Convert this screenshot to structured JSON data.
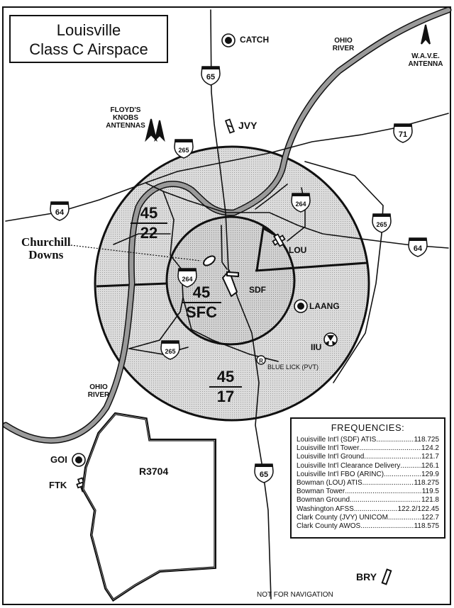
{
  "title": {
    "line1": "Louisville",
    "line2": "Class C Airspace"
  },
  "airspace": {
    "inner": {
      "ceiling": "45",
      "floor": "SFC"
    },
    "outer_west": {
      "ceiling": "45",
      "floor": "22"
    },
    "outer_south": {
      "ceiling": "45",
      "floor": "17"
    }
  },
  "airports": {
    "sdf": "SDF",
    "lou": "LOU",
    "laang": "LAANG",
    "iiu": "IIU",
    "jvy": "JVY",
    "goi": "GOI",
    "ftk": "FTK",
    "bry": "BRY",
    "blue_lick": "BLUE LICK (PVT)"
  },
  "landmarks": {
    "catch": "CATCH",
    "churchill_line1": "Churchill",
    "churchill_line2": "Downs",
    "floyds_line1": "FLOYD'S",
    "floyds_line2": "KNOBS",
    "floyds_line3": "ANTENNAS",
    "wave_line1": "W.A.V.E.",
    "wave_line2": "ANTENNA",
    "ohio_river_n_line1": "OHIO",
    "ohio_river_n_line2": "RIVER",
    "ohio_river_sw_line1": "OHIO",
    "ohio_river_sw_line2": "RIVER",
    "restricted_area": "R3704"
  },
  "highways": [
    "65",
    "265",
    "64",
    "71",
    "264",
    "265",
    "64",
    "264",
    "265",
    "65"
  ],
  "frequencies": {
    "heading": "FREQUENCIES:",
    "rows": [
      {
        "name": "Louisville Int'l (SDF) ATIS",
        "freq": "118.725"
      },
      {
        "name": "Louisville Int'l Tower",
        "freq": "124.2"
      },
      {
        "name": "Louisville Int'l Ground",
        "freq": "121.7"
      },
      {
        "name": "Louisville Int'l Clearance Delivery",
        "freq": "126.1"
      },
      {
        "name": "Louisville Int'l FBO (ARINC)",
        "freq": "129.9"
      },
      {
        "name": "Bowman (LOU) ATIS",
        "freq": "118.275"
      },
      {
        "name": "Bowman Tower",
        "freq": "119.5"
      },
      {
        "name": "Bowman Ground",
        "freq": "121.8"
      },
      {
        "name": "Washington AFSS",
        "freq": "122.2/122.45"
      },
      {
        "name": "Clark County (JVY) UNICOM",
        "freq": "122.7"
      },
      {
        "name": "Clark County AWOS",
        "freq": "118.575"
      }
    ]
  },
  "footer": "NOT FOR NAVIGATION",
  "colors": {
    "ink": "#111111",
    "airspace_fill": "#d6d6d6",
    "river": "#9a9a9a"
  }
}
